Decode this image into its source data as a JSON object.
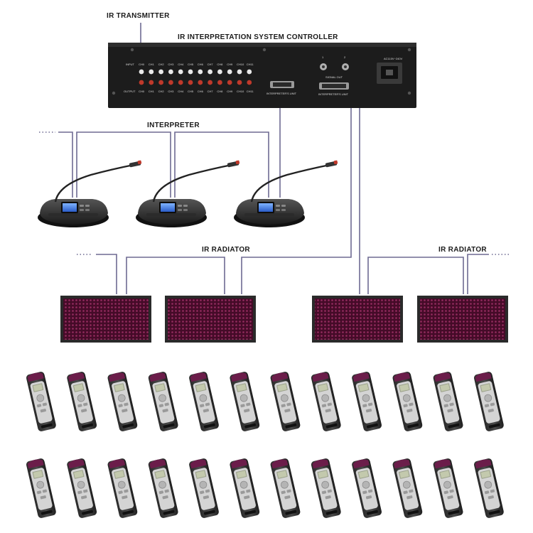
{
  "labels": {
    "ir_transmitter": "IR TRANSMITTER",
    "controller": "IR INTERPRETATION SYSTEM CONTROLLER",
    "interpreter": "INTERPRETER",
    "ir_radiator_left": "IR RADIATOR",
    "ir_radiator_right": "IR RADIATOR"
  },
  "panel": {
    "input_label": "INPUT",
    "output_label": "OUTPUT",
    "channels": [
      "CH0",
      "CH1",
      "CH2",
      "CH3",
      "CH4",
      "CH5",
      "CH6",
      "CH7",
      "CH8",
      "CH9",
      "CH10",
      "CH11"
    ],
    "interpreters_unit": "INTERPRETER'S UNIT",
    "interpreters_unit_2": "INTERPRETER'S UNIT",
    "signal_out": "SIGNAL OUT",
    "port_1": "1",
    "port_2": "2",
    "power": "AC110V~240V"
  },
  "colors": {
    "wire": "#6e6a92",
    "chassis": "#1c1c1c",
    "rca_white": "#e8e8e8",
    "rca_red": "#c0392b",
    "radiator_glow": "#5a1033",
    "receiver_top": "#6b1d4a"
  },
  "receivers": {
    "rows": 2,
    "per_row": 12
  }
}
